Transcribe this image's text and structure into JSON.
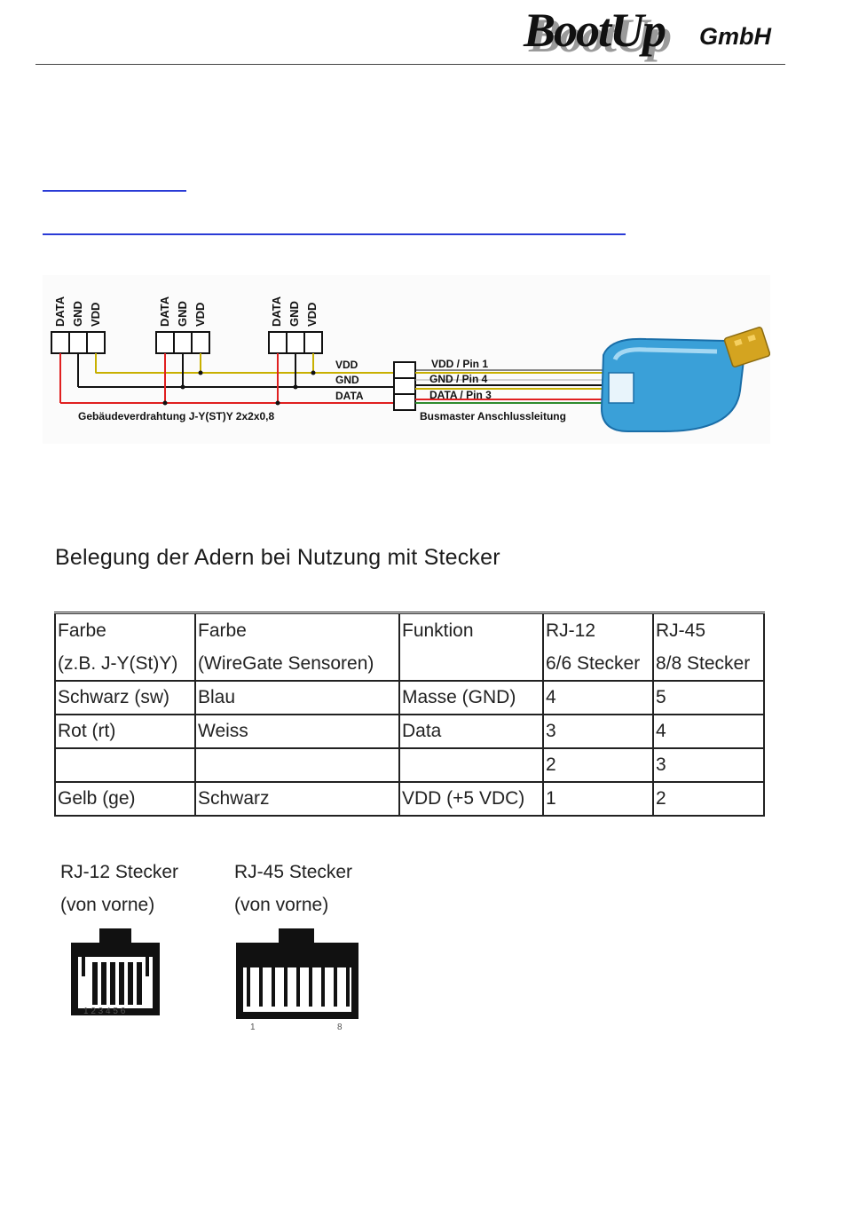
{
  "header": {
    "logo_text": "BootUp",
    "company_suffix": "GmbH"
  },
  "wiring_diagram": {
    "connector_pin_labels": [
      "DATA",
      "GND",
      "VDD"
    ],
    "bus_labels": [
      "VDD",
      "GND",
      "DATA"
    ],
    "pin_labels": [
      "VDD  / Pin 1",
      "GND   / Pin 4",
      "DATA / Pin 3"
    ],
    "building_wiring_caption": "Gebäudeverdrahtung J-Y(ST)Y 2x2x0,8",
    "busmaster_caption": "Busmaster Anschlussleitung",
    "wire_colors": {
      "vdd": "#c8b000",
      "gnd": "#111111",
      "data": "#e02020",
      "green": "#2e8b2e"
    }
  },
  "section_title": "Belegung der Adern bei Nutzung mit Stecker",
  "pin_table": {
    "header": [
      [
        "Farbe",
        "(z.B. J-Y(St)Y)"
      ],
      [
        "Farbe",
        "(WireGate Sensoren)"
      ],
      [
        "Funktion",
        ""
      ],
      [
        "RJ-12",
        "6/6 Stecker"
      ],
      [
        "RJ-45",
        "8/8 Stecker"
      ]
    ],
    "rows": [
      [
        "Schwarz (sw)",
        "Blau",
        "Masse (GND)",
        "4",
        "5"
      ],
      [
        "Rot (rt)",
        "Weiss",
        "Data",
        "3",
        "4"
      ],
      [
        "",
        "",
        "",
        "2",
        "3"
      ],
      [
        "Gelb (ge)",
        "Schwarz",
        "VDD (+5 VDC)",
        "1",
        "2"
      ]
    ]
  },
  "connectors": {
    "rj12": {
      "title": "RJ-12 Stecker",
      "subtitle": "(von vorne)",
      "pin_numbers": "1 2 3 4 5 6"
    },
    "rj45": {
      "title": "RJ-45 Stecker",
      "subtitle": "(von vorne)",
      "pin_first": "1",
      "pin_last": "8"
    }
  }
}
